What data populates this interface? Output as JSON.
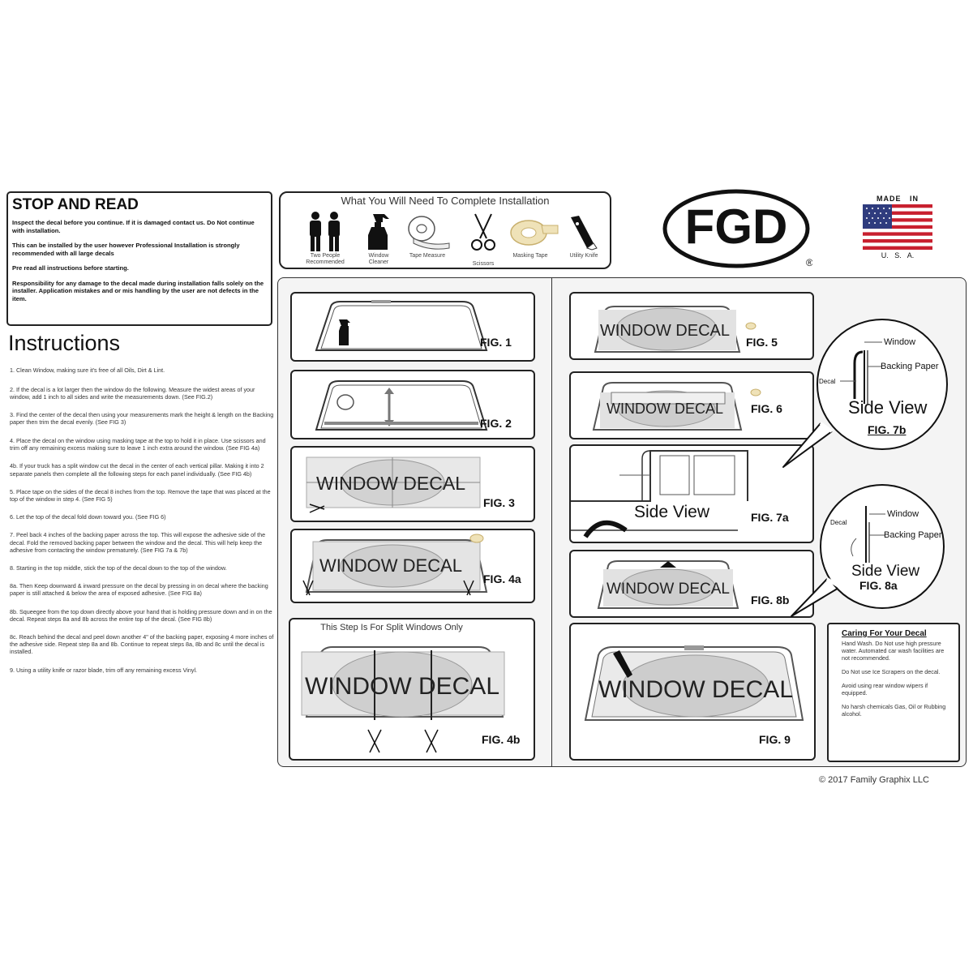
{
  "stop_read": {
    "title": "STOP AND READ",
    "p1": "Inspect the decal before you continue. If it is damaged contact us. Do Not continue with installation.",
    "p2": "This can be installed by the user however Professional Installation is strongly recommended with all large decals",
    "p3": "Pre read all instructions before starting.",
    "p4": "Responsibility for any damage to the decal made during installation falls solely on the installer. Application mistakes and or mis handling by the user are not defects in the item."
  },
  "instructions": {
    "title": "Instructions",
    "steps": [
      "1. Clean Window, making sure it's free of all Oils, Dirt & Lint.",
      "2. If the decal is a lot larger then the window do the following. Measure the widest areas of your window, add 1 inch to all sides and write the measurements down. (See FIG.2)",
      "3. Find the center of the decal then using your measurements mark the height & length on the Backing paper then trim the decal evenly. (See FIG 3)",
      "4. Place the decal on the window using masking tape at the top to hold it in place. Use scissors and trim off any remaining excess making sure to leave 1 inch extra around the window. (See FIG 4a)",
      "4b. If your truck has a split window cut the decal in the center of each vertical pillar. Making it into 2 separate panels then complete all the following steps for each panel individually. (See FIG 4b)",
      "5. Place tape on the sides of the decal 8 inches from the top. Remove the tape that was placed at the top of the window in step 4. (See FIG 5)",
      "6. Let the top of the decal fold down toward you. (See FIG 6)",
      "7. Peel back 4 inches of the backing paper across the top. This will expose the adhesive side of the decal. Fold the removed backing paper between the window and the decal. This will help keep the adhesive from contacting the window prematurely. (See FIG 7a & 7b)",
      "8. Starting in the top middle, stick the top of the decal down to the top of the window.",
      "8a. Then Keep downward & inward pressure on the decal by pressing in on decal where the backing paper is still attached & below the area of exposed adhesive. (See FIG 8a)",
      "8b. Squeegee from the top down directly above your hand that is holding pressure down and in on the decal. Repeat steps 8a and 8b across the entire top of the decal. (See FIG 8b)",
      "8c. Reach behind the decal and peel down another 4\" of the backing paper, exposing 4 more inches of the adhesive side. Repeat step 8a and 8b. Continue to repeat steps 8a, 8b and 8c until the decal is installed.",
      "9. Using a utility knife or razor blade, trim off any remaining excess Vinyl."
    ]
  },
  "tools": {
    "title": "What You Will Need To Complete Installation",
    "items": [
      {
        "label": "Two People Recommended",
        "icon": "people-icon"
      },
      {
        "label": "Window Cleaner",
        "icon": "spray-bottle-icon"
      },
      {
        "label": "Tape Measure",
        "icon": "tape-measure-icon"
      },
      {
        "label": "Scissors",
        "icon": "scissors-icon"
      },
      {
        "label": "Masking Tape",
        "icon": "masking-tape-icon"
      },
      {
        "label": "Utility Knife",
        "icon": "utility-knife-icon"
      }
    ]
  },
  "logo": {
    "text": "FGD",
    "mark": "®"
  },
  "made_in": {
    "top": "MADE   IN",
    "bottom": "U.   S.   A."
  },
  "figures": {
    "fig1": "FIG. 1",
    "fig2": "FIG. 2",
    "fig3": "FIG. 3",
    "fig4a": "FIG. 4a",
    "fig4b": "FIG. 4b",
    "fig5": "FIG. 5",
    "fig6": "FIG. 6",
    "fig7a": "FIG. 7a",
    "fig8b": "FIG. 8b",
    "fig9": "FIG. 9",
    "fig7b": "FIG. 7b",
    "fig8a": "FIG. 8a"
  },
  "decal_text": "WINDOW DECAL",
  "split_note": "This Step Is For Split Windows Only",
  "side_view": "Side View",
  "callout": {
    "window": "Window",
    "backing": "Backing Paper",
    "decal": "Decal"
  },
  "care": {
    "title": "Caring For Your Decal",
    "p1": "Hand Wash. Do Not use high pressure water. Automated car wash facilities are not recommended.",
    "p2": "Do Not use Ice Scrapers on the decal.",
    "p3": "Avoid using rear window wipers if equipped.",
    "p4": "No harsh chemicals Gas, Oil or Rubbing alcohol."
  },
  "copyright": "© 2017 Family Graphix LLC"
}
